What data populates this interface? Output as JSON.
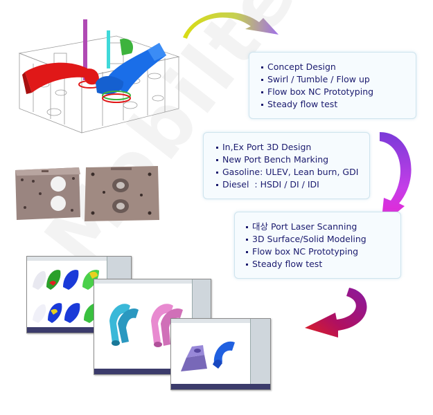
{
  "boxes": [
    {
      "items": [
        "Concept Design",
        "Swirl / Tumble / Flow up",
        "Flow box NC Prototyping",
        "Steady flow test"
      ]
    },
    {
      "items": [
        "In,Ex Port 3D Design",
        "New Port Bench Marking",
        "Gasoline: ULEV, Lean burn, GDI",
        "Diesel  : HSDI / DI / IDI"
      ]
    },
    {
      "items": [
        "대상 Port Laser Scanning",
        "3D Surface/Solid Modeling",
        "Flow box NC Prototyping",
        "Steady flow test"
      ]
    }
  ],
  "watermark": "Mobilteck",
  "colors": {
    "text": "#1a1a6e",
    "box_bg": "#f6fbfe",
    "box_border": "#cfe4ee"
  },
  "icons": [
    "yellow-to-purple-curved-arrow",
    "purple-to-magenta-curved-arrow",
    "magenta-to-red-curved-arrow"
  ]
}
